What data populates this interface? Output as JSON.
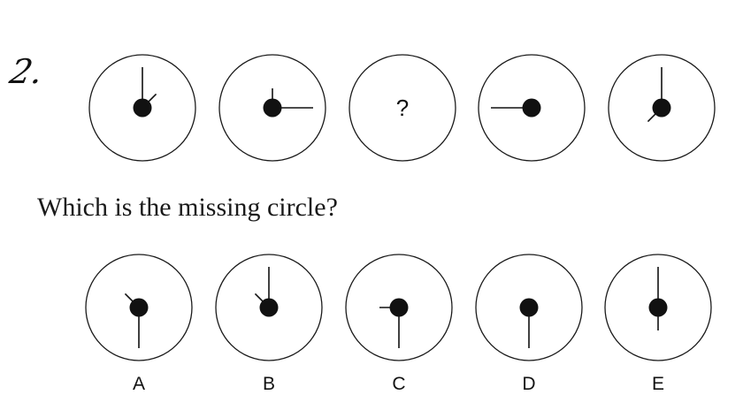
{
  "question": {
    "number": "2.",
    "prompt": "Which is the missing circle?",
    "missing_symbol": "?"
  },
  "sequence": [
    {
      "hands": [
        {
          "angle": 0,
          "length": 46
        },
        {
          "angle": 45,
          "length": 22
        }
      ]
    },
    {
      "hands": [
        {
          "angle": 0,
          "length": 22
        },
        {
          "angle": 90,
          "length": 46
        }
      ]
    },
    {
      "missing": true
    },
    {
      "hands": [
        {
          "angle": 270,
          "length": 46
        }
      ]
    },
    {
      "hands": [
        {
          "angle": 0,
          "length": 46
        },
        {
          "angle": 225,
          "length": 22
        }
      ]
    }
  ],
  "options": [
    {
      "label": "A",
      "hands": [
        {
          "angle": 180,
          "length": 46
        },
        {
          "angle": 315,
          "length": 22
        }
      ]
    },
    {
      "label": "B",
      "hands": [
        {
          "angle": 0,
          "length": 46
        },
        {
          "angle": 315,
          "length": 22
        }
      ]
    },
    {
      "label": "C",
      "hands": [
        {
          "angle": 180,
          "length": 46
        },
        {
          "angle": 270,
          "length": 22
        }
      ]
    },
    {
      "label": "D",
      "hands": [
        {
          "angle": 180,
          "length": 46
        }
      ]
    },
    {
      "label": "E",
      "hands": [
        {
          "angle": 0,
          "length": 46
        },
        {
          "angle": 180,
          "length": 26
        }
      ]
    }
  ],
  "colors": {
    "ink": "#111111",
    "outline": "#1a1a1a",
    "background": "#ffffff"
  }
}
